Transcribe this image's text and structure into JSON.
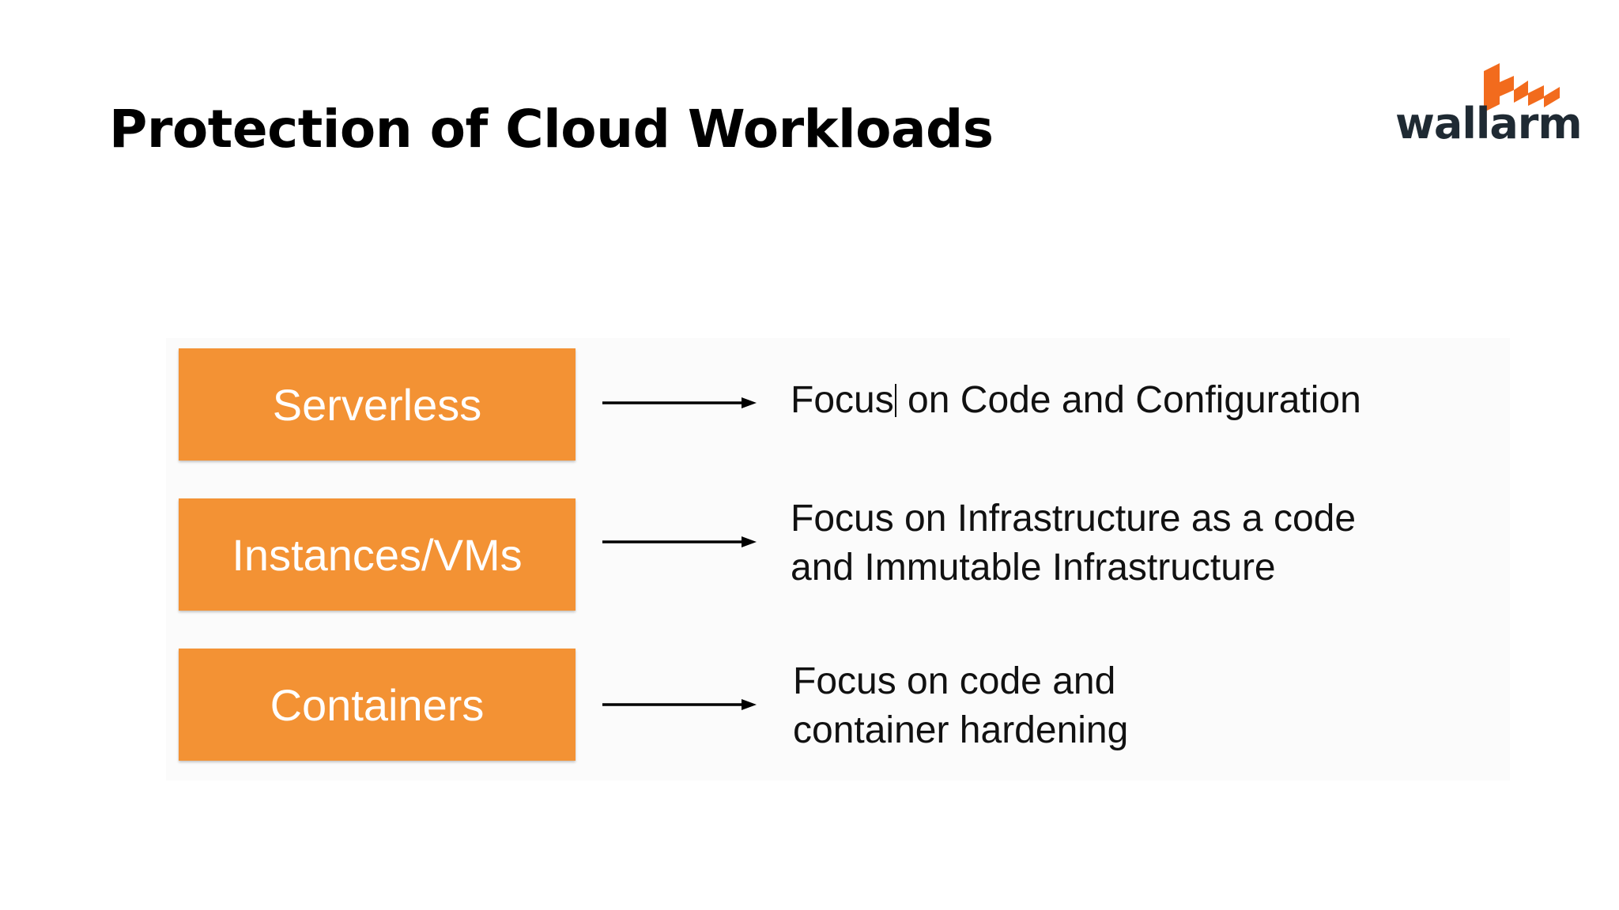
{
  "slide": {
    "title": "Protection of Cloud Workloads"
  },
  "logo": {
    "text": "wallarm",
    "mark_color": "#f26b1d",
    "text_color": "#1f2a33"
  },
  "colors": {
    "box_fill": "#f39234",
    "box_text": "#ffffff",
    "arrow": "#000000"
  },
  "rows": [
    {
      "category": "Serverless",
      "focus_before_caret": "Focus",
      "focus_after_caret": " on Code and Configuration"
    },
    {
      "category": "Instances/VMs",
      "focus_line1": "Focus on Infrastructure as a code",
      "focus_line2": "and Immutable Infrastructure"
    },
    {
      "category": "Containers",
      "focus_line1": "Focus on code and",
      "focus_line2": "container hardening"
    }
  ]
}
